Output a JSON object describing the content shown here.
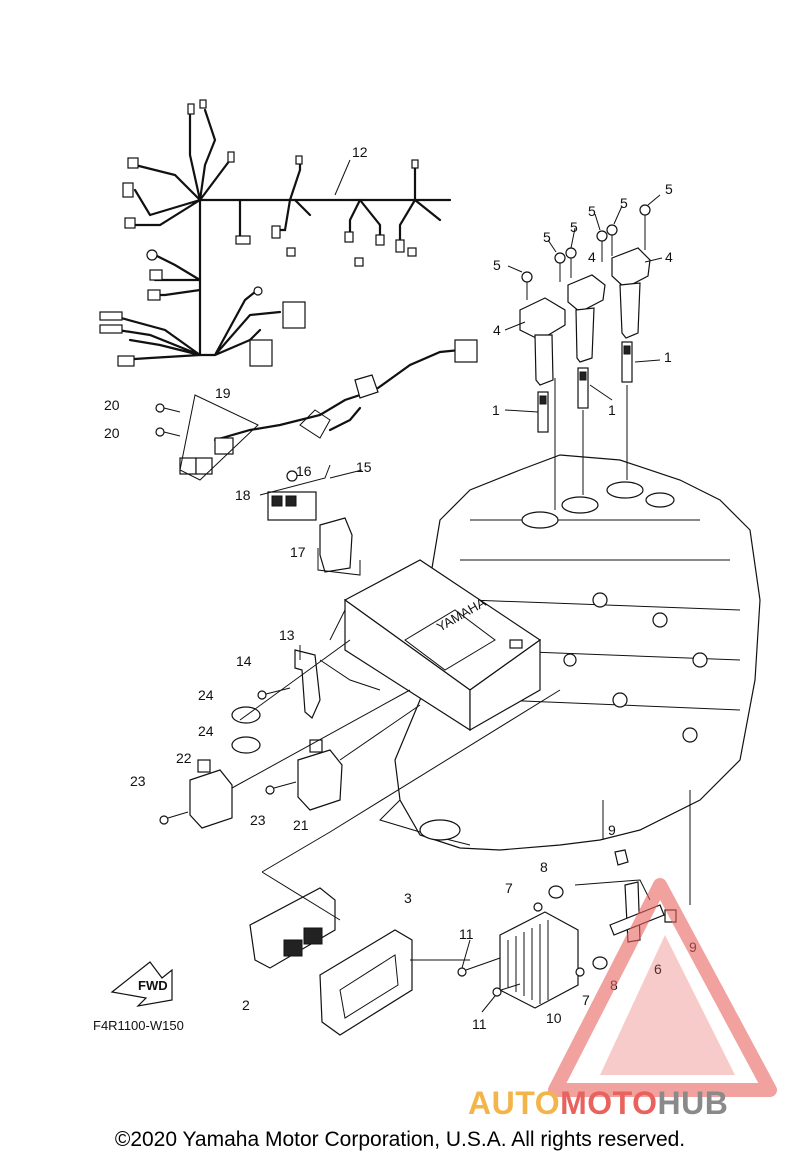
{
  "diagram_code": "F4R1100-W150",
  "fwd_label": "FWD",
  "copyright": "©2020 Yamaha Motor Corporation, U.S.A. All rights reserved.",
  "watermark": {
    "part1": "AUTO",
    "part2": "MOTO",
    "part3": "HUB"
  },
  "brand_on_box": "YAMAHA",
  "callouts": {
    "n1a": "1",
    "n1b": "1",
    "n1c": "1",
    "n2": "2",
    "n3": "3",
    "n4a": "4",
    "n4b": "4",
    "n5a": "5",
    "n5b": "5",
    "n5c": "5",
    "n5d": "5",
    "n5e": "5",
    "n5f": "5",
    "n6": "6",
    "n7a": "7",
    "n7b": "7",
    "n8a": "8",
    "n8b": "8",
    "n9a": "9",
    "n9b": "9",
    "n10": "10",
    "n11a": "11",
    "n11b": "11",
    "n12": "12",
    "n13": "13",
    "n14": "14",
    "n15": "15",
    "n16": "16",
    "n17": "17",
    "n18": "18",
    "n19": "19",
    "n20a": "20",
    "n20b": "20",
    "n21": "21",
    "n22": "22",
    "n23a": "23",
    "n23b": "23",
    "n24a": "24",
    "n24b": "24"
  },
  "colors": {
    "line": "#111111",
    "watermark_red": "#e8635e",
    "watermark_orange": "#f3b54a",
    "watermark_gray": "#8a8a8a"
  }
}
